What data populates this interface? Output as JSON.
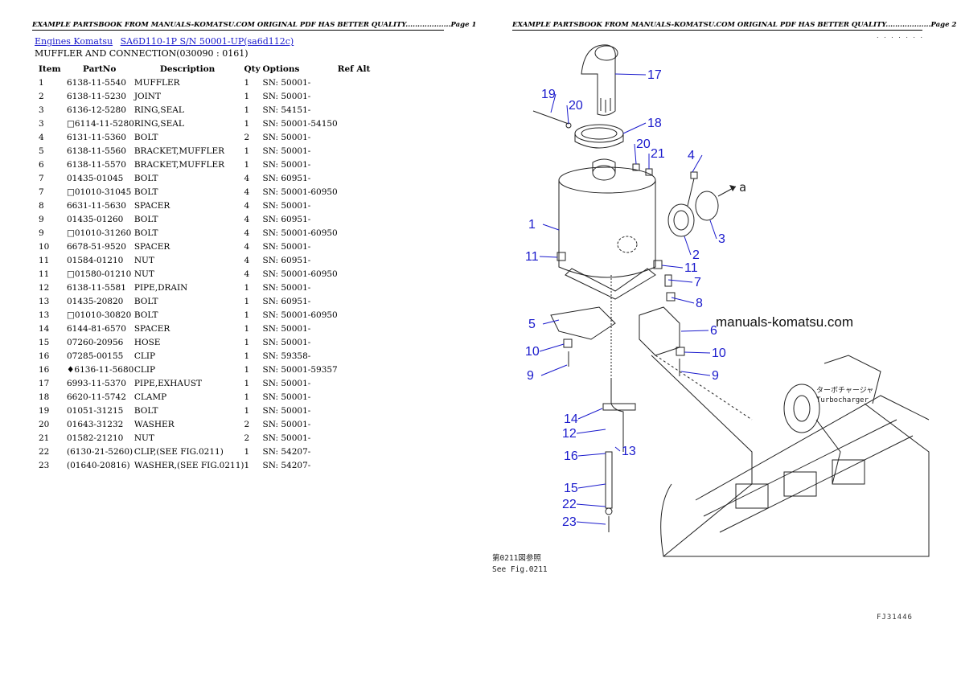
{
  "page1": {
    "banner": "EXAMPLE PARTSBOOK FROM MANUALS-KOMATSU.COM ORIGINAL PDF HAS BETTER QUALITY...................Page 1",
    "breadcrumb": [
      "Engines Komatsu",
      "SA6D110-1P S/N 50001-UP(sa6d112c)"
    ],
    "subtitle": "MUFFLER AND CONNECTION(030090 : 0161)",
    "columns": [
      "Item",
      "PartNo",
      "Description",
      "Qty",
      "Options",
      "Ref Alt"
    ],
    "rows": [
      [
        "1",
        "6138-11-5540",
        "MUFFLER",
        "1",
        "SN: 50001-",
        ""
      ],
      [
        "2",
        "6138-11-5230",
        "JOINT",
        "1",
        "SN: 50001-",
        ""
      ],
      [
        "3",
        "6136-12-5280",
        "RING,SEAL",
        "1",
        "SN: 54151-",
        ""
      ],
      [
        "3",
        "□6114-11-5280",
        "RING,SEAL",
        "1",
        "SN: 50001-54150",
        ""
      ],
      [
        "4",
        "6131-11-5360",
        "BOLT",
        "2",
        "SN: 50001-",
        ""
      ],
      [
        "5",
        "6138-11-5560",
        "BRACKET,MUFFLER",
        "1",
        "SN: 50001-",
        ""
      ],
      [
        "6",
        "6138-11-5570",
        "BRACKET,MUFFLER",
        "1",
        "SN: 50001-",
        ""
      ],
      [
        "7",
        "01435-01045",
        "BOLT",
        "4",
        "SN: 60951-",
        ""
      ],
      [
        "7",
        "□01010-31045",
        "BOLT",
        "4",
        "SN: 50001-60950",
        ""
      ],
      [
        "8",
        "6631-11-5630",
        "SPACER",
        "4",
        "SN: 50001-",
        ""
      ],
      [
        "9",
        "01435-01260",
        "BOLT",
        "4",
        "SN: 60951-",
        ""
      ],
      [
        "9",
        "□01010-31260",
        "BOLT",
        "4",
        "SN: 50001-60950",
        ""
      ],
      [
        "10",
        "6678-51-9520",
        "SPACER",
        "4",
        "SN: 50001-",
        ""
      ],
      [
        "11",
        "01584-01210",
        "NUT",
        "4",
        "SN: 60951-",
        ""
      ],
      [
        "11",
        "□01580-01210",
        "NUT",
        "4",
        "SN: 50001-60950",
        ""
      ],
      [
        "12",
        "6138-11-5581",
        "PIPE,DRAIN",
        "1",
        "SN: 50001-",
        ""
      ],
      [
        "13",
        "01435-20820",
        "BOLT",
        "1",
        "SN: 60951-",
        ""
      ],
      [
        "13",
        "□01010-30820",
        "BOLT",
        "1",
        "SN: 50001-60950",
        ""
      ],
      [
        "14",
        "6144-81-6570",
        "SPACER",
        "1",
        "SN: 50001-",
        ""
      ],
      [
        "15",
        "07260-20956",
        "HOSE",
        "1",
        "SN: 50001-",
        ""
      ],
      [
        "16",
        "07285-00155",
        "CLIP",
        "1",
        "SN: 59358-",
        ""
      ],
      [
        "16",
        "♦6136-11-5680",
        "CLIP",
        "1",
        "SN: 50001-59357",
        ""
      ],
      [
        "17",
        "6993-11-5370",
        "PIPE,EXHAUST",
        "1",
        "SN: 50001-",
        ""
      ],
      [
        "18",
        "6620-11-5742",
        "CLAMP",
        "1",
        "SN: 50001-",
        ""
      ],
      [
        "19",
        "01051-31215",
        "BOLT",
        "1",
        "SN: 50001-",
        ""
      ],
      [
        "20",
        "01643-31232",
        "WASHER",
        "2",
        "SN: 50001-",
        ""
      ],
      [
        "21",
        "01582-21210",
        "NUT",
        "2",
        "SN: 50001-",
        ""
      ],
      [
        "22",
        "(6130-21-5260)",
        "CLIP,(SEE FIG.0211)",
        "1",
        "SN: 54207-",
        ""
      ],
      [
        "23",
        "(01640-20816)",
        "WASHER,(SEE FIG.0211)",
        "1",
        "SN: 54207-",
        ""
      ]
    ]
  },
  "page2": {
    "banner": "EXAMPLE PARTSBOOK FROM MANUALS-KOMATSU.COM ORIGINAL PDF HAS BETTER QUALITY...................Page 2",
    "dots": ". . . . . . .",
    "watermark": "manuals-komatsu.com",
    "turbo_jp": "ターボチャージャ",
    "turbo_en": "Turbocharger",
    "arrow_label": "a",
    "fig_ref_jp": "第0211図参照",
    "fig_ref_en": "See Fig.0211",
    "page_code": "FJ31446",
    "callouts": [
      "17",
      "19",
      "20",
      "18",
      "20",
      "21",
      "4",
      "3",
      "1",
      "2",
      "11",
      "11",
      "7",
      "8",
      "5",
      "6",
      "10",
      "10",
      "9",
      "9",
      "14",
      "12",
      "13",
      "16",
      "15",
      "22",
      "23"
    ]
  },
  "colors": {
    "callout": "#1a1acc",
    "link": "#1a1acc"
  }
}
